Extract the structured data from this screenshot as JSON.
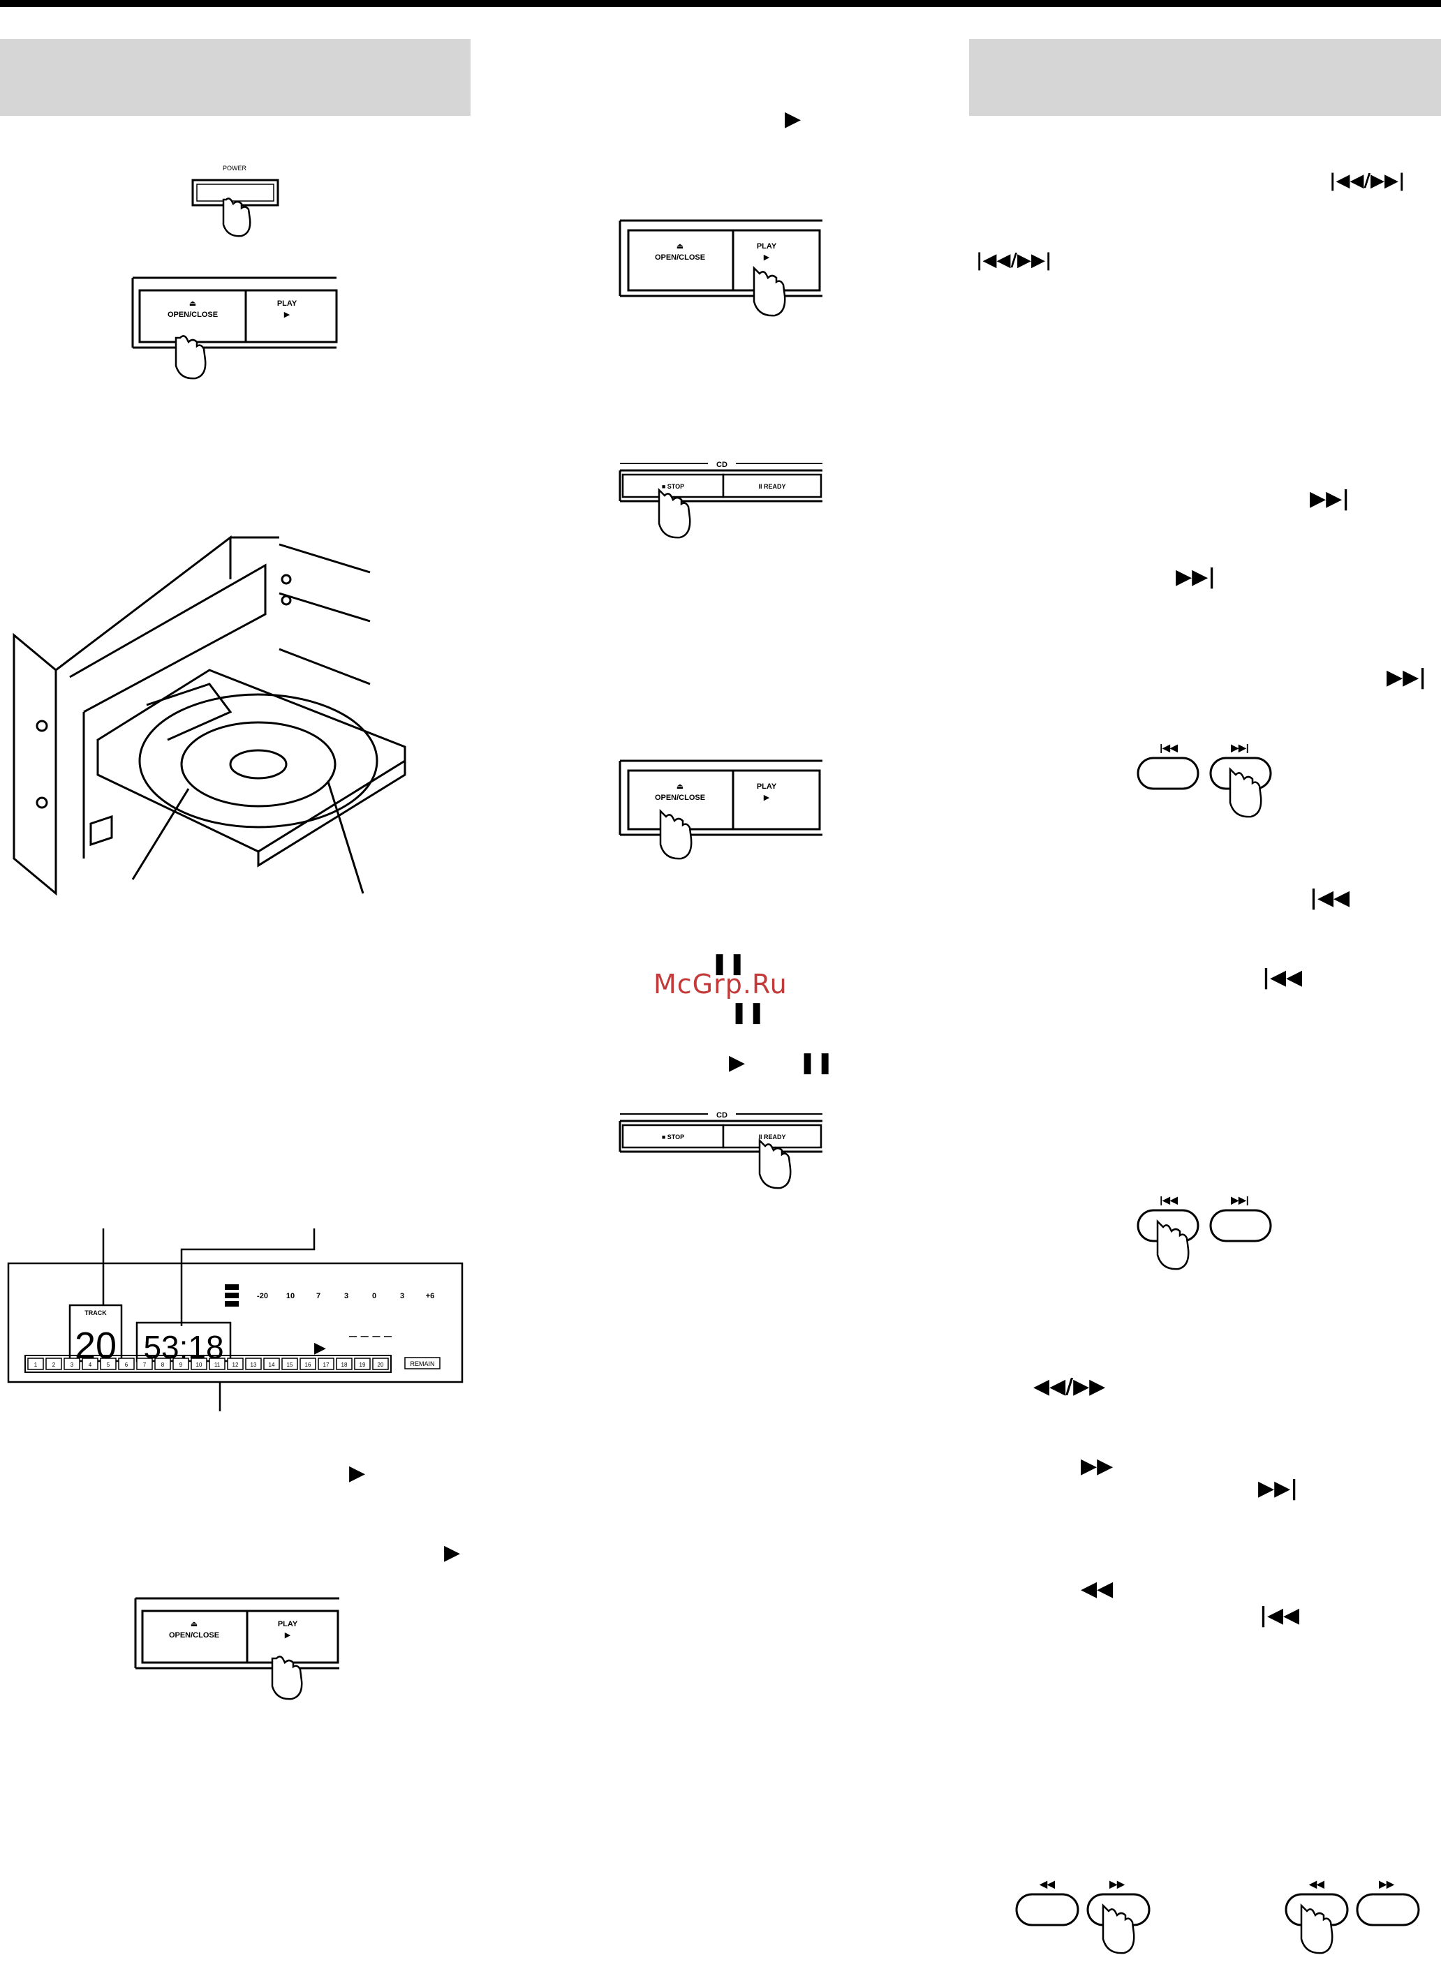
{
  "watermark": "McGrp.Ru",
  "panel": {
    "power_label": "POWER",
    "open_close_label": "OPEN/CLOSE",
    "eject_symbol": "⏏",
    "play_label": "PLAY",
    "play_symbol": "▶",
    "cd_label": "CD",
    "stop_label": "■ STOP",
    "ready_label": "II READY",
    "track_label": "TRACK",
    "remain_label": "REMAIN"
  },
  "display": {
    "track_number": "20",
    "time": "53:18",
    "level_scale": [
      "-20",
      "10",
      "7",
      "3",
      "0",
      "3",
      "+6"
    ],
    "dashes": "– – – –",
    "calendar_cells": [
      "1",
      "2",
      "3",
      "4",
      "5",
      "6",
      "7",
      "8",
      "9",
      "10",
      "11",
      "12",
      "13",
      "14",
      "15",
      "16",
      "17",
      "18",
      "19",
      "20"
    ]
  },
  "glyphs": {
    "play": "▶",
    "pause": "❚❚",
    "skip_pair": "|◀◀/▶▶|",
    "skip_forward": "▶▶|",
    "skip_back": "|◀◀",
    "search_pair": "◀◀/▶▶",
    "search_forward": "▶▶",
    "search_back": "◀◀"
  },
  "buttons": {
    "skip_back_symbol": "|◀◀",
    "skip_forward_symbol": "▶▶|",
    "search_back_symbol": "◀◀",
    "search_forward_symbol": "▶▶"
  }
}
